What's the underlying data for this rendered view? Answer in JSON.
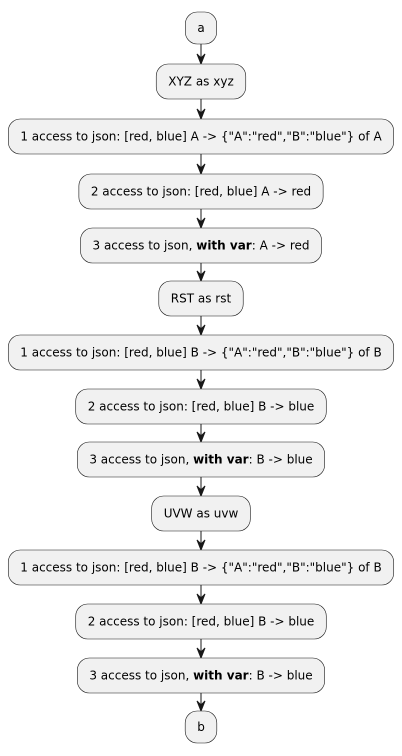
{
  "nodes": [
    {
      "id": "n1",
      "parts": [
        {
          "t": "a"
        }
      ]
    },
    {
      "id": "n2",
      "parts": [
        {
          "t": "XYZ as xyz"
        }
      ]
    },
    {
      "id": "n3",
      "parts": [
        {
          "t": "1 access to json: [red, blue] A -> {\"A\":\"red\",\"B\":\"blue\"} of A"
        }
      ]
    },
    {
      "id": "n4",
      "parts": [
        {
          "t": "2 access to json: [red, blue] A -> red"
        }
      ]
    },
    {
      "id": "n5",
      "parts": [
        {
          "t": "3 access to json, "
        },
        {
          "t": "with var",
          "b": true
        },
        {
          "t": ": A -> red"
        }
      ]
    },
    {
      "id": "n6",
      "parts": [
        {
          "t": "RST as rst"
        }
      ]
    },
    {
      "id": "n7",
      "parts": [
        {
          "t": "1 access to json: [red, blue] B -> {\"A\":\"red\",\"B\":\"blue\"} of B"
        }
      ]
    },
    {
      "id": "n8",
      "parts": [
        {
          "t": "2 access to json: [red, blue] B -> blue"
        }
      ]
    },
    {
      "id": "n9",
      "parts": [
        {
          "t": "3 access to json, "
        },
        {
          "t": "with var",
          "b": true
        },
        {
          "t": ": B -> blue"
        }
      ]
    },
    {
      "id": "n10",
      "parts": [
        {
          "t": "UVW as uvw"
        }
      ]
    },
    {
      "id": "n11",
      "parts": [
        {
          "t": "1 access to json: [red, blue] B -> {\"A\":\"red\",\"B\":\"blue\"} of B"
        }
      ]
    },
    {
      "id": "n12",
      "parts": [
        {
          "t": "2 access to json: [red, blue] B -> blue"
        }
      ]
    },
    {
      "id": "n13",
      "parts": [
        {
          "t": "3 access to json, "
        },
        {
          "t": "with var",
          "b": true
        },
        {
          "t": ": B -> blue"
        }
      ]
    },
    {
      "id": "n14",
      "parts": [
        {
          "t": "b"
        }
      ]
    }
  ],
  "edges": [
    {
      "from": "n1",
      "to": "n2"
    },
    {
      "from": "n2",
      "to": "n3"
    },
    {
      "from": "n3",
      "to": "n4"
    },
    {
      "from": "n4",
      "to": "n5"
    },
    {
      "from": "n5",
      "to": "n6"
    },
    {
      "from": "n6",
      "to": "n7"
    },
    {
      "from": "n7",
      "to": "n8"
    },
    {
      "from": "n8",
      "to": "n9"
    },
    {
      "from": "n9",
      "to": "n10"
    },
    {
      "from": "n10",
      "to": "n11"
    },
    {
      "from": "n11",
      "to": "n12"
    },
    {
      "from": "n12",
      "to": "n13"
    },
    {
      "from": "n13",
      "to": "n14"
    }
  ]
}
